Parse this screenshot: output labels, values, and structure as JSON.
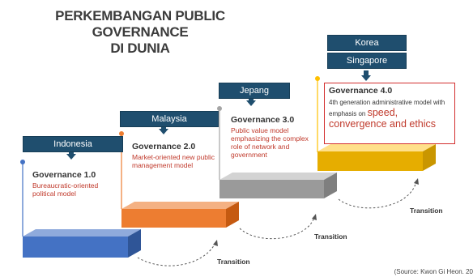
{
  "title": {
    "line1": "PERKEMBANGAN PUBLIC GOVERNANCE",
    "line2": "DI DUNIA"
  },
  "stages": [
    {
      "country": "Indonesia",
      "governance": "Governance 1.0",
      "description": "Bureaucratic-oriented political model",
      "color": "#4472c4"
    },
    {
      "country": "Malaysia",
      "governance": "Governance 2.0",
      "description": "Market-oriented new public management model",
      "color": "#ed7d31"
    },
    {
      "country": "Jepang",
      "governance": "Governance 3.0",
      "description": "Public value model emphasizing the complex role of network and government",
      "color": "#a5a5a5"
    },
    {
      "countries": [
        "Korea",
        "Singapore"
      ],
      "governance": "Governance 4.0",
      "description_prefix": "4th generation administrative model with emphasis on",
      "description_highlight": "speed, convergence and ethics",
      "color": "#ffc000"
    }
  ],
  "transition_label": "Transition",
  "source": "(Source: Kwon Gi Heon. 20"
}
